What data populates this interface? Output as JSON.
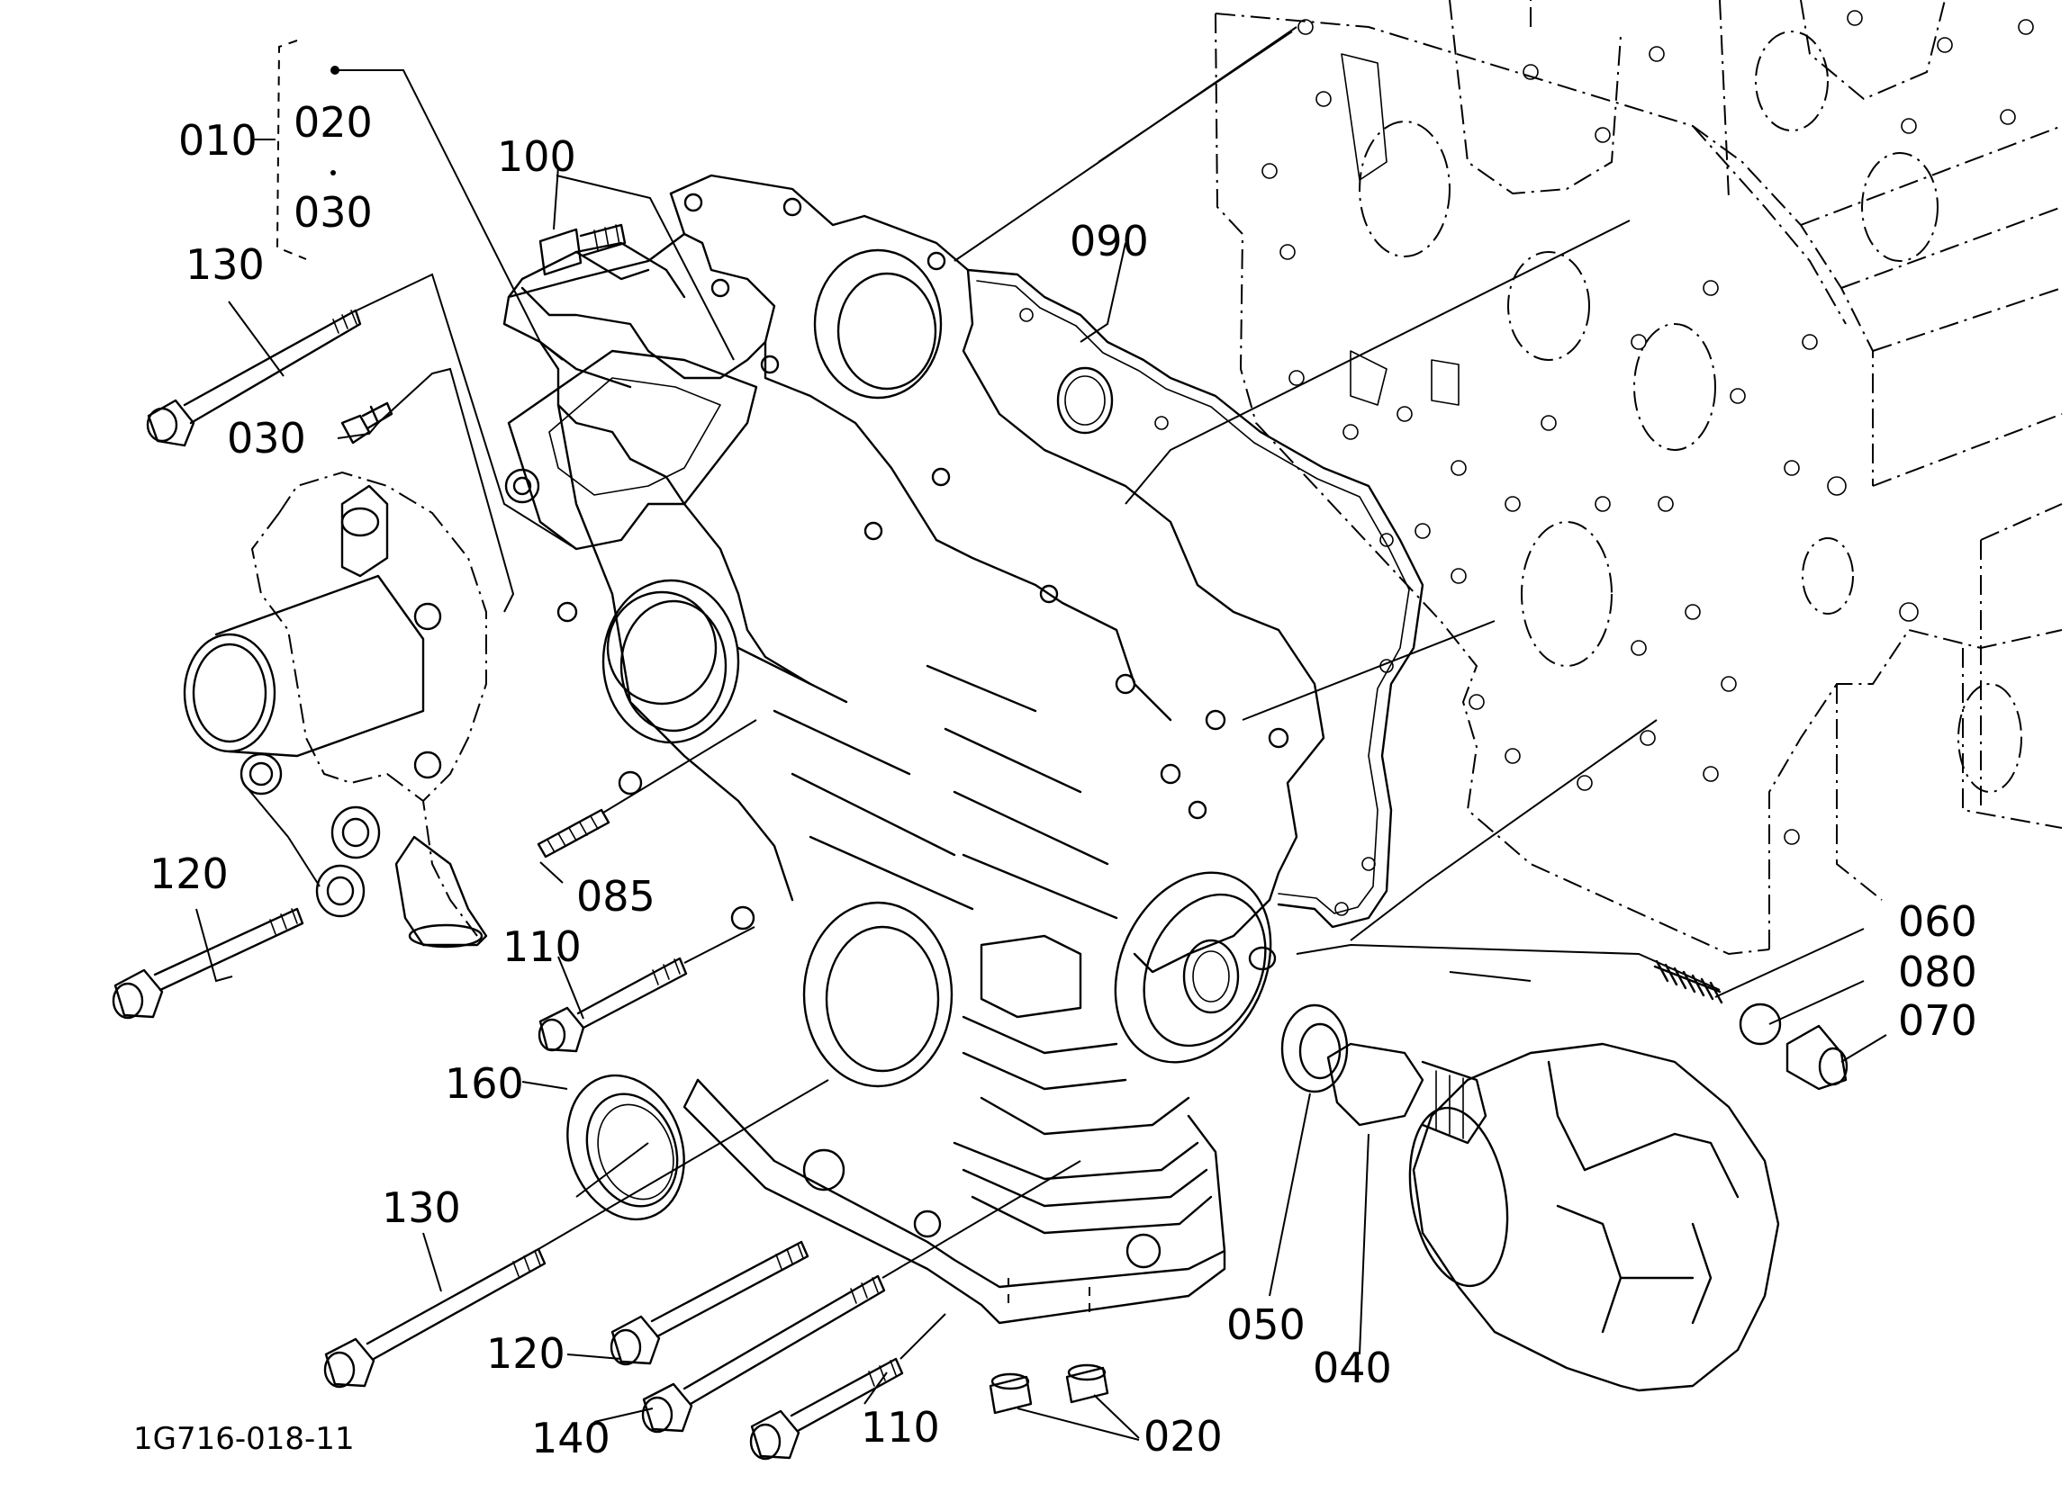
{
  "diagram_id": "1G716-018-11",
  "callouts": [
    {
      "key": "c010",
      "text": "010"
    },
    {
      "key": "c020a",
      "text": "020"
    },
    {
      "key": "c030a",
      "text": "030"
    },
    {
      "key": "c100",
      "text": "100"
    },
    {
      "key": "c130a",
      "text": "130"
    },
    {
      "key": "c090",
      "text": "090"
    },
    {
      "key": "c030b",
      "text": "030"
    },
    {
      "key": "c120a",
      "text": "120"
    },
    {
      "key": "c085",
      "text": "085"
    },
    {
      "key": "c110a",
      "text": "110"
    },
    {
      "key": "c060",
      "text": "060"
    },
    {
      "key": "c080",
      "text": "080"
    },
    {
      "key": "c070",
      "text": "070"
    },
    {
      "key": "c160",
      "text": "160"
    },
    {
      "key": "c130b",
      "text": "130"
    },
    {
      "key": "c050",
      "text": "050"
    },
    {
      "key": "c040",
      "text": "040"
    },
    {
      "key": "c120b",
      "text": "120"
    },
    {
      "key": "c140",
      "text": "140"
    },
    {
      "key": "c110b",
      "text": "110"
    },
    {
      "key": "c020b",
      "text": "020"
    }
  ]
}
